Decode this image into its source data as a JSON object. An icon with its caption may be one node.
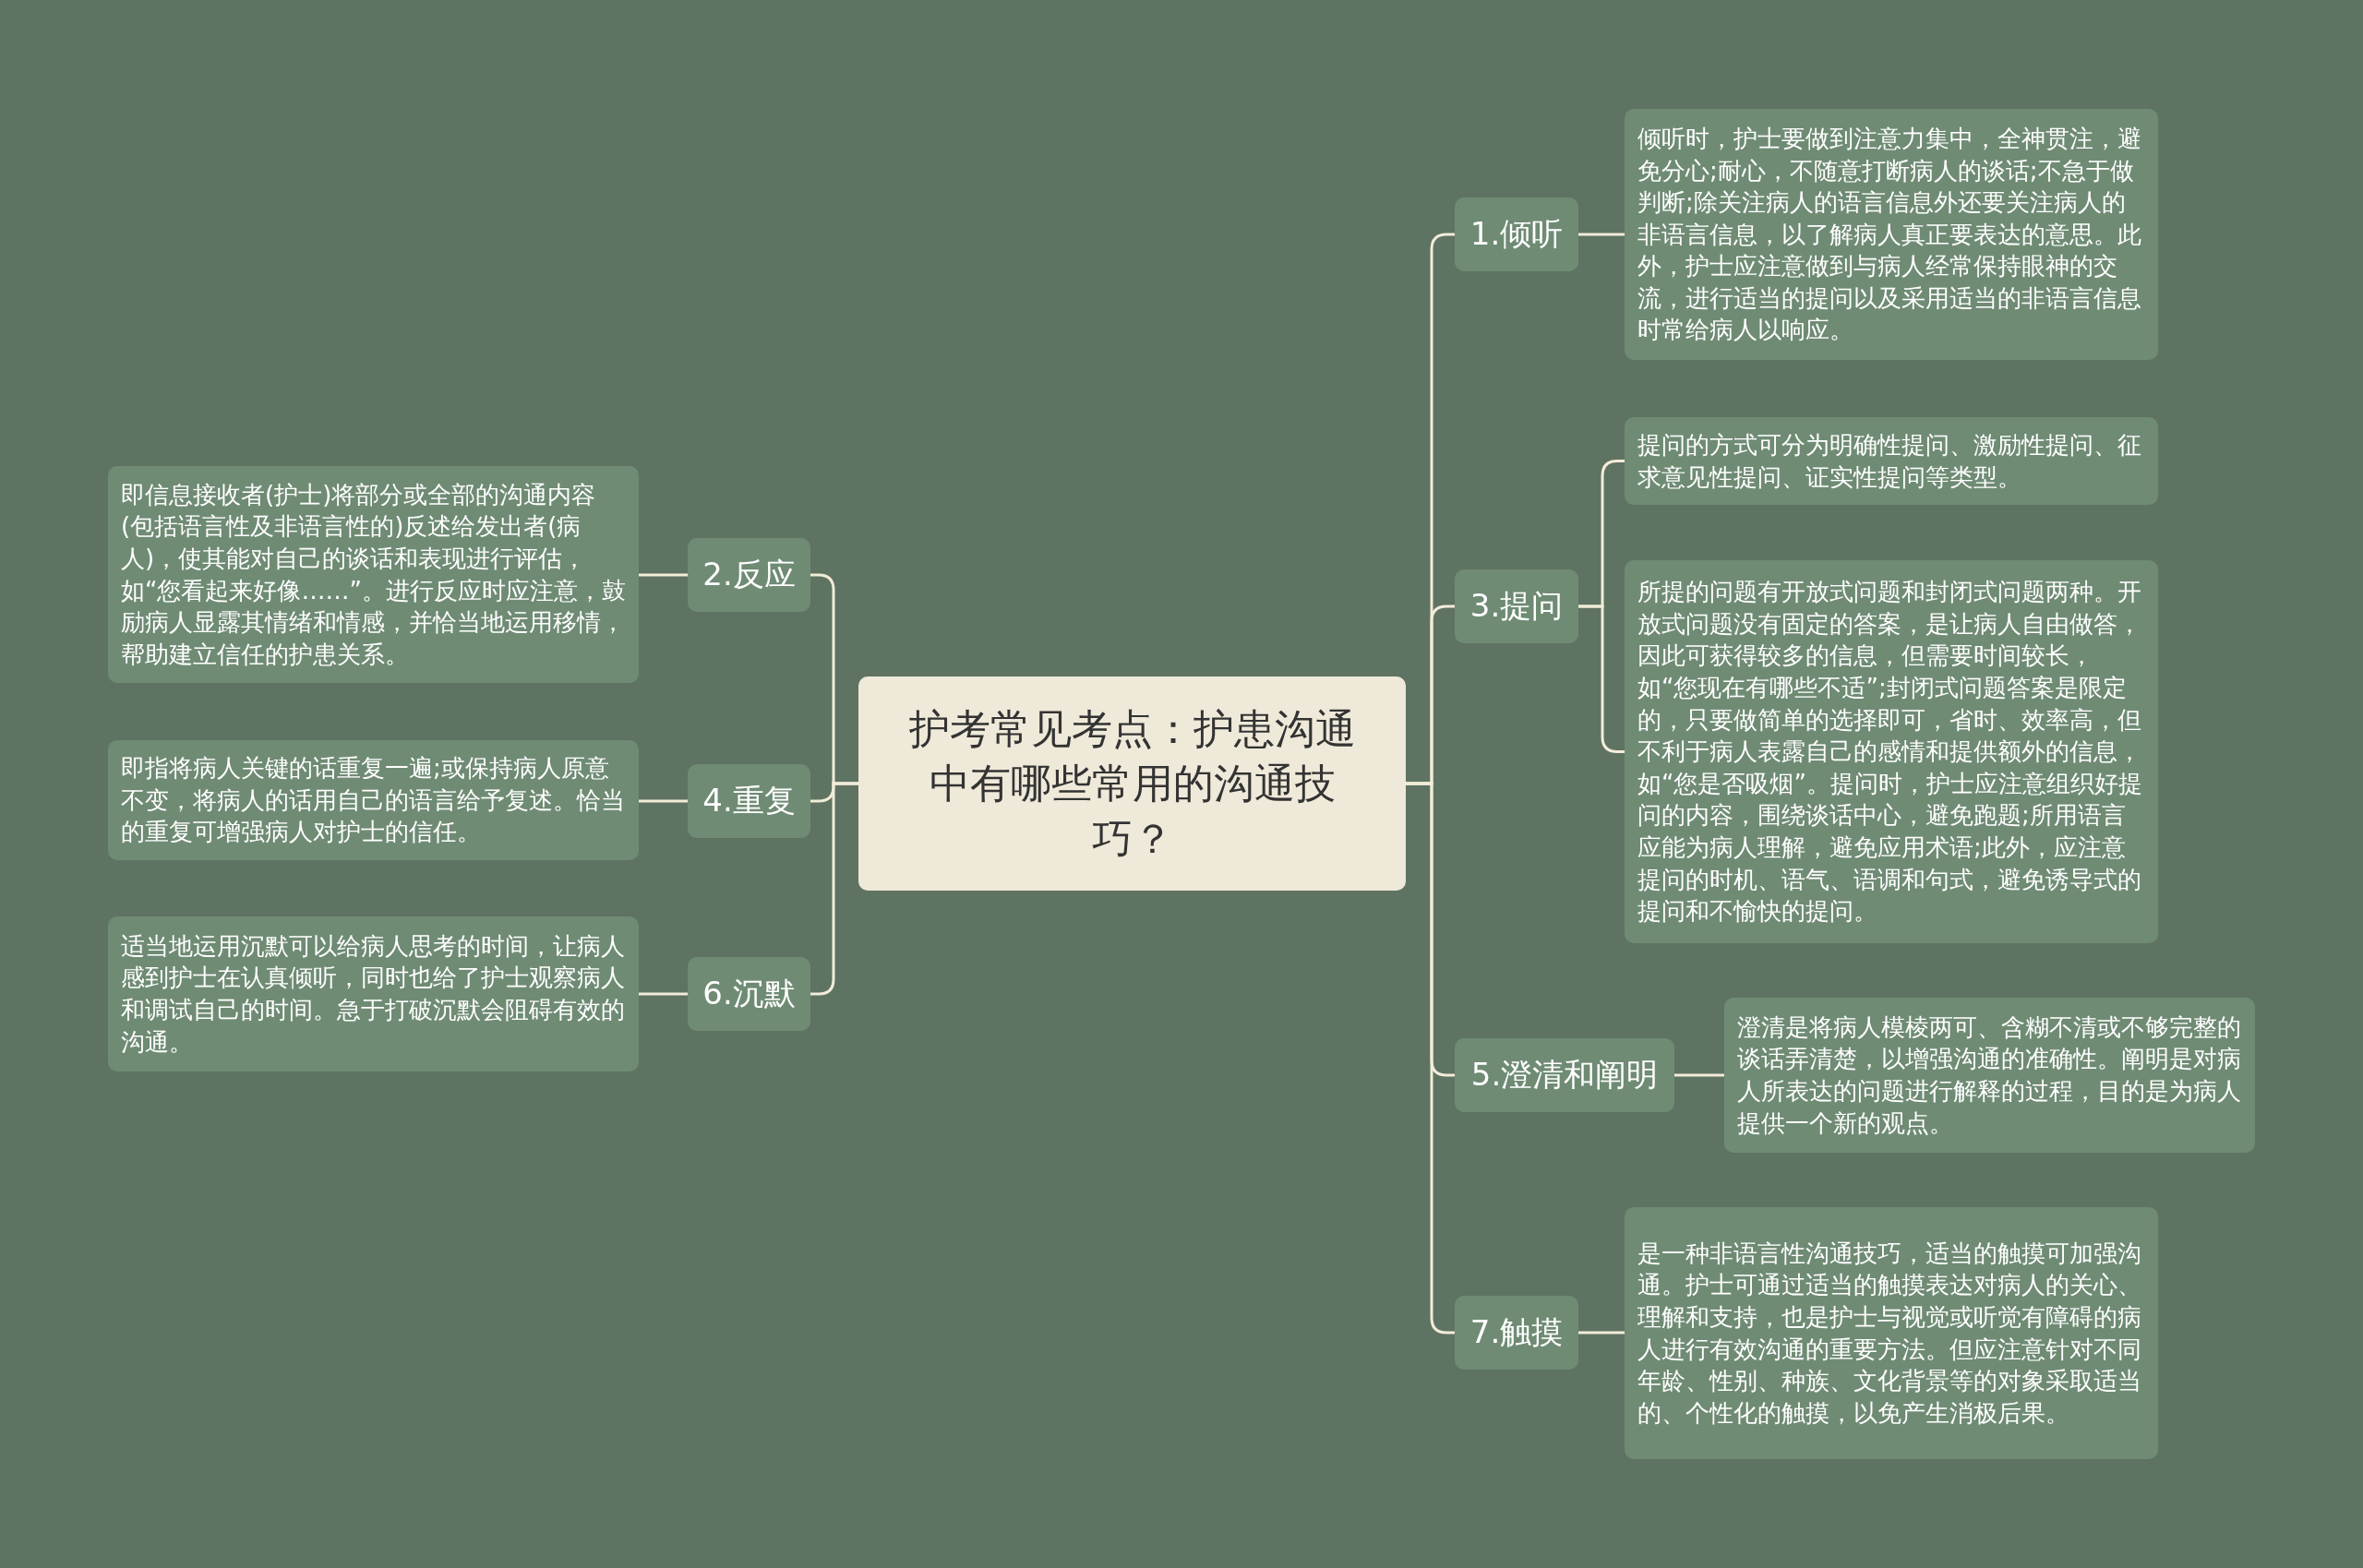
{
  "diagram": {
    "nodes": [
      {
        "text": [
          "护考常见考点：护患沟通中有哪些常用的沟通技巧？"
        ]
      },
      {
        "text": [
          "1.倾听"
        ]
      },
      {
        "text": [
          "倾听时，护士要做到注意力集中，全神贯注，避免分心;耐心，不随意打断病人的谈话;不急于做判断;除关注病人的语言信息外还要关注病人的非语言信息，以了解病人真正要表达的意思。此外，护士应注意做到与病人经常保持眼神的交流，进行适当的提问以及采用适当的非语言信息时常给病人以响应。"
        ]
      },
      {
        "text": [
          "2.反应"
        ]
      },
      {
        "text": [
          "即信息接收者(护士)将部分或全部的沟通内容(包括语言性及非语言性的)反述给发出者(病人)，使其能对自己的谈话和表现进行评估，如“您看起来好像……”。进行反应时应注意，鼓励病人显露其情绪和情感，并恰当地运用移情，帮助建立信任的护患关系。"
        ]
      },
      {
        "text": [
          "3.提问"
        ]
      },
      {
        "text": [
          "提问的方式可分为明确性提问、激励性提问、征求意见性提问、证实性提问等类型。"
        ]
      },
      {
        "text": [
          "所提的问题有开放式问题和封闭式问题两种。开放式问题没有固定的答案，是让病人自由做答，因此可获得较多的信息，但需要时间较长，如“您现在有哪些不适”;封闭式问题答案是限定的，只要做简单的选择即可，省时、效率高，但不利于病人表露自己的感情和提供额外的信息，如“您是否吸烟”。提问时，护士应注意组织好提问的内容，围绕谈话中心，避免跑题;所用语言应能为病人理解，避免应用术语;此外，应注意提问的时机、语气、语调和句式，避免诱导式的提问和不愉快的提问。"
        ]
      },
      {
        "text": [
          "4.重复"
        ]
      },
      {
        "text": [
          "即指将病人关键的话重复一遍;或保持病人原意不变，将病人的话用自己的语言给予复述。恰当的重复可增强病人对护士的信任。"
        ]
      },
      {
        "text": [
          "5.澄清和阐明"
        ]
      },
      {
        "text": [
          "澄清是将病人模棱两可、含糊不清或不够完整的谈话弄清楚，以增强沟通的准确性。阐明是对病人所表达的问题进行解释的过程，目的是为病人提供一个新的观点。"
        ]
      },
      {
        "text": [
          "6.沉默"
        ]
      },
      {
        "text": [
          "适当地运用沉默可以给病人思考的时间，让病人感到护士在认真倾听，同时也给了护士观察病人和调试自己的时间。急于打破沉默会阻碍有效的沟通。"
        ]
      },
      {
        "text": [
          "7.触摸"
        ]
      },
      {
        "text": [
          "是一种非语言性沟通技巧，适当的触摸可加强沟通。护士可通过适当的触摸表达对病人的关心、理解和支持，也是护士与视觉或听觉有障碍的病人进行有效沟通的重要方法。但应注意针对不同年龄、性别、种族、文化背景等的对象采取适当的、个性化的触摸，以免产生消极后果。"
        ]
      }
    ],
    "edges": [
      {
        "from": 0,
        "to": 1,
        "arrow": "none"
      },
      {
        "from": 0,
        "to": 3,
        "arrow": "none"
      },
      {
        "from": 0,
        "to": 5,
        "arrow": "none"
      },
      {
        "from": 0,
        "to": 8,
        "arrow": "none"
      },
      {
        "from": 0,
        "to": 10,
        "arrow": "none"
      },
      {
        "from": 0,
        "to": 12,
        "arrow": "none"
      },
      {
        "from": 0,
        "to": 14,
        "arrow": "none"
      },
      {
        "from": 1,
        "to": 2,
        "arrow": "none"
      },
      {
        "from": 3,
        "to": 4,
        "arrow": "none"
      },
      {
        "from": 5,
        "to": 6,
        "arrow": "none"
      },
      {
        "from": 5,
        "to": 7,
        "arrow": "none"
      },
      {
        "from": 8,
        "to": 9,
        "arrow": "none"
      },
      {
        "from": 10,
        "to": 11,
        "arrow": "none"
      },
      {
        "from": 12,
        "to": 13,
        "arrow": "none"
      },
      {
        "from": 14,
        "to": 15,
        "arrow": "none"
      }
    ]
  }
}
